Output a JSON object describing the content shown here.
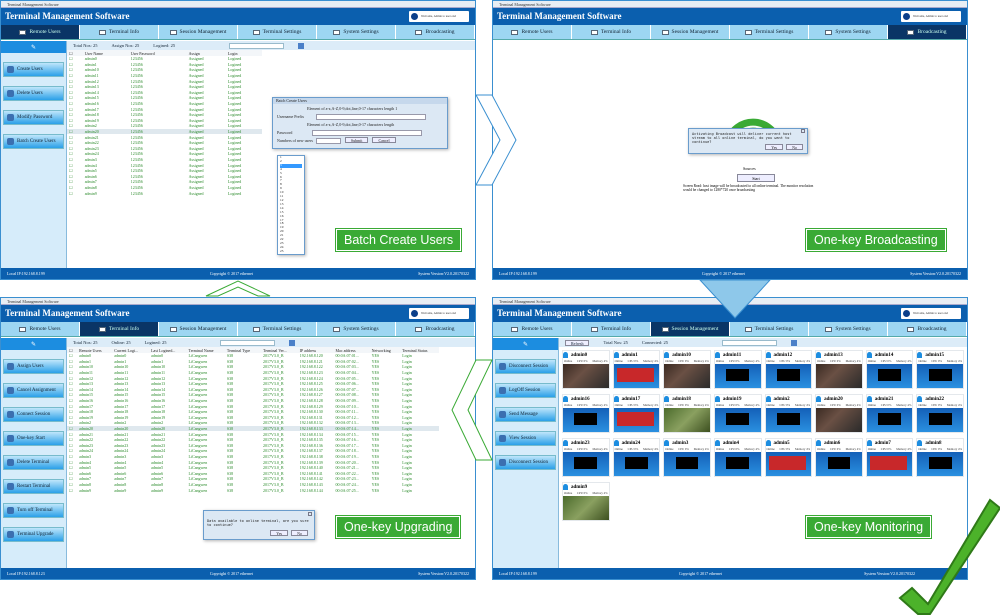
{
  "app": {
    "window_title": "Terminal Management Software",
    "title": "Terminal Management Software",
    "user_box": "Welcome, Admin to user end",
    "tabs": [
      {
        "label": "Remote Users",
        "icon": "users-icon"
      },
      {
        "label": "Terminal Info",
        "icon": "monitor-icon"
      },
      {
        "label": "Session Management",
        "icon": "session-icon"
      },
      {
        "label": "Terminal Settings",
        "icon": "wrench-icon"
      },
      {
        "label": "System Settings",
        "icon": "gear-icon"
      },
      {
        "label": "Broadcasting",
        "icon": "broadcast-icon"
      }
    ],
    "footer": {
      "ip": "Local IP:192.168.8.199",
      "copyright": "Copyright © 2017 ethernet",
      "version": "System Version:V2.0.20170322"
    },
    "footer_ip_alt": "Local IP:192.168.8.123"
  },
  "colors": {
    "header": "#0b5fae",
    "tab_bar": "#9dd6f2",
    "active_tab": "#0a3566",
    "label_green": "#3aaa35"
  },
  "panels": [
    {
      "caption": "Batch Create Users",
      "active_tab": 0,
      "sidebar": [
        "Create Users",
        "Delete Users",
        "Modify Password",
        "Batch Create Users"
      ],
      "stats": [
        [
          "Total Nos:",
          "25"
        ],
        [
          "Assign Nos:",
          "25"
        ],
        [
          "Logined:",
          "25"
        ]
      ],
      "columns": [
        "User Name",
        "User Password",
        "Assign",
        "Login"
      ],
      "rows": [
        [
          "admin0",
          "123456",
          "Assigned",
          "Logined"
        ],
        [
          "admin1",
          "123456",
          "Assigned",
          "Logined"
        ],
        [
          "admin10",
          "123456",
          "Assigned",
          "Logined"
        ],
        [
          "admin11",
          "123456",
          "Assigned",
          "Logined"
        ],
        [
          "admin12",
          "123456",
          "Assigned",
          "Logined"
        ],
        [
          "admin13",
          "123456",
          "Assigned",
          "Logined"
        ],
        [
          "admin14",
          "123456",
          "Assigned",
          "Logined"
        ],
        [
          "admin15",
          "123456",
          "Assigned",
          "Logined"
        ],
        [
          "admin16",
          "123456",
          "Assigned",
          "Logined"
        ],
        [
          "admin17",
          "123456",
          "Assigned",
          "Logined"
        ],
        [
          "admin18",
          "123456",
          "Assigned",
          "Logined"
        ],
        [
          "admin19",
          "123456",
          "Assigned",
          "Logined"
        ],
        [
          "admin2",
          "123456",
          "Assigned",
          "Logined"
        ],
        [
          "admin20",
          "123456",
          "Assigned",
          "Logined"
        ],
        [
          "admin21",
          "123456",
          "Assigned",
          "Logined"
        ],
        [
          "admin22",
          "123456",
          "Assigned",
          "Logined"
        ],
        [
          "admin23",
          "123456",
          "Assigned",
          "Logined"
        ],
        [
          "admin24",
          "123456",
          "Assigned",
          "Logined"
        ],
        [
          "admin3",
          "123456",
          "Assigned",
          "Logined"
        ],
        [
          "admin4",
          "123456",
          "Assigned",
          "Logined"
        ],
        [
          "admin5",
          "123456",
          "Assigned",
          "Logined"
        ],
        [
          "admin6",
          "123456",
          "Assigned",
          "Logined"
        ],
        [
          "admin7",
          "123456",
          "Assigned",
          "Logined"
        ],
        [
          "admin8",
          "123456",
          "Assigned",
          "Logined"
        ],
        [
          "admin9",
          "123456",
          "Assigned",
          "Logined"
        ]
      ],
      "dialog": {
        "title": "Batch Create Users",
        "hint": "Element of a-z,A-Z,0-9,dot,line,0-17 characters length 1",
        "prefix_label": "Username Prefix",
        "hint2": "Element of a-z,A-Z,0-9,dot,line,0-17 characters length",
        "password_label": "Password",
        "count_label": "Numbers of new users",
        "ok": "Submit",
        "cancel": "Cancel",
        "options": [
          "1",
          "2",
          "3",
          "4",
          "5",
          "6",
          "7",
          "8",
          "9",
          "10",
          "11",
          "12",
          "13",
          "14",
          "15",
          "16",
          "17",
          "18",
          "19",
          "20",
          "21",
          "22",
          "23",
          "24",
          "25"
        ]
      }
    },
    {
      "caption": "One-key Broadcasting",
      "active_tab": 5,
      "dialog": {
        "message": "Activating Broadcast will deliver current host stream to all online terminal, do you want to continue?",
        "yes": "Yes",
        "no": "No"
      },
      "source_label": "Sources",
      "start": "Start",
      "note": "Screen Read: host image will be broadcasted to all online terminal. The monitor resolution would be changed to 1280*720 once broadcasting"
    },
    {
      "caption": "One-key Upgrading",
      "active_tab": 1,
      "sidebar": [
        "Assign Users",
        "Cancel Assignment",
        "Connect Session",
        "One-key Start",
        "Delete Terminal",
        "Restart Terminal",
        "Turn off Terminal",
        "Terminal Upgrade"
      ],
      "stats": [
        [
          "Total Nos:",
          "25"
        ],
        [
          "Online:",
          "25"
        ],
        [
          "Logined:",
          "25"
        ]
      ],
      "columns": [
        "Remote Users",
        "Current Logi...",
        "Last Logined...",
        "Terminal Name",
        "Terminal Type",
        "Terminal Ver...",
        "IP address",
        "Mac address",
        "Networking",
        "Terminal Status"
      ],
      "rows": [
        [
          "admin0",
          "admin0",
          "admin0",
          "LiCangwen",
          "S38",
          "2017V3.0_B",
          "192.168.8.120",
          "00:0A:07:01...",
          "YES",
          "Login"
        ],
        [
          "admin1",
          "admin1",
          "admin1",
          "LiCangwen",
          "S38",
          "2017V3.0_B",
          "192.168.8.121",
          "00:0A:07:02...",
          "YES",
          "Login"
        ],
        [
          "admin10",
          "admin10",
          "admin10",
          "LiCangwen",
          "S38",
          "2017V3.0_B",
          "192.168.8.122",
          "00:0A:07:03...",
          "YES",
          "Login"
        ],
        [
          "admin11",
          "admin11",
          "admin11",
          "LiCangwen",
          "S38",
          "2017V3.0_B",
          "192.168.8.123",
          "00:0A:07:04...",
          "YES",
          "Login"
        ],
        [
          "admin12",
          "admin12",
          "admin12",
          "LiCangwen",
          "S38",
          "2017V3.0_B",
          "192.168.8.124",
          "00:0A:07:05...",
          "YES",
          "Login"
        ],
        [
          "admin13",
          "admin13",
          "admin13",
          "LiCangwen",
          "S38",
          "2017V3.0_B",
          "192.168.8.125",
          "00:0A:07:06...",
          "YES",
          "Login"
        ],
        [
          "admin14",
          "admin14",
          "admin14",
          "LiCangwen",
          "S38",
          "2017V3.0_B",
          "192.168.8.126",
          "00:0A:07:07...",
          "YES",
          "Login"
        ],
        [
          "admin15",
          "admin15",
          "admin15",
          "LiCangwen",
          "S38",
          "2017V3.0_B",
          "192.168.8.127",
          "00:0A:07:08...",
          "YES",
          "Login"
        ],
        [
          "admin16",
          "admin16",
          "admin16",
          "LiCangwen",
          "S38",
          "2017V3.0_B",
          "192.168.8.128",
          "00:0A:07:09...",
          "YES",
          "Login"
        ],
        [
          "admin17",
          "admin17",
          "admin17",
          "LiCangwen",
          "S38",
          "2017V3.0_B",
          "192.168.8.129",
          "00:0A:07:10...",
          "YES",
          "Login"
        ],
        [
          "admin18",
          "admin18",
          "admin18",
          "LiCangwen",
          "S38",
          "2017V3.0_B",
          "192.168.8.130",
          "00:0A:07:11...",
          "YES",
          "Login"
        ],
        [
          "admin19",
          "admin19",
          "admin19",
          "LiCangwen",
          "S38",
          "2017V3.0_B",
          "192.168.8.131",
          "00:0A:07:12...",
          "YES",
          "Login"
        ],
        [
          "admin2",
          "admin2",
          "admin2",
          "LiCangwen",
          "S38",
          "2017V3.0_B",
          "192.168.8.132",
          "00:0A:07:13...",
          "YES",
          "Login"
        ],
        [
          "admin20",
          "admin20",
          "admin20",
          "LiCangwen",
          "S38",
          "2017V3.0_B",
          "192.168.8.133",
          "00:0A:07:14...",
          "YES",
          "Login"
        ],
        [
          "admin21",
          "admin21",
          "admin21",
          "LiCangwen",
          "S38",
          "2017V3.0_B",
          "192.168.8.134",
          "00:0A:07:15...",
          "YES",
          "Login"
        ],
        [
          "admin22",
          "admin22",
          "admin22",
          "LiCangwen",
          "S38",
          "2017V3.0_B",
          "192.168.8.135",
          "00:0A:07:16...",
          "YES",
          "Login"
        ],
        [
          "admin23",
          "admin23",
          "admin23",
          "LiCangwen",
          "S38",
          "2017V3.0_B",
          "192.168.8.136",
          "00:0A:07:17...",
          "YES",
          "Login"
        ],
        [
          "admin24",
          "admin24",
          "admin24",
          "LiCangwen",
          "S38",
          "2017V3.0_B",
          "192.168.8.137",
          "00:0A:07:18...",
          "YES",
          "Login"
        ],
        [
          "admin3",
          "admin3",
          "admin3",
          "LiCangwen",
          "S38",
          "2017V3.0_B",
          "192.168.8.138",
          "00:0A:07:19...",
          "YES",
          "Login"
        ],
        [
          "admin4",
          "admin4",
          "admin4",
          "LiCangwen",
          "S38",
          "2017V3.0_B",
          "192.168.8.139",
          "00:0A:07:20...",
          "YES",
          "Login"
        ],
        [
          "admin5",
          "admin5",
          "admin5",
          "LiCangwen",
          "S38",
          "2017V3.0_B",
          "192.168.8.140",
          "00:0A:07:21...",
          "YES",
          "Login"
        ],
        [
          "admin6",
          "admin6",
          "admin6",
          "LiCangwen",
          "S38",
          "2017V3.0_B",
          "192.168.8.141",
          "00:0A:07:22...",
          "YES",
          "Login"
        ],
        [
          "admin7",
          "admin7",
          "admin7",
          "LiCangwen",
          "S38",
          "2017V3.0_B",
          "192.168.8.142",
          "00:0A:07:23...",
          "YES",
          "Login"
        ],
        [
          "admin8",
          "admin8",
          "admin8",
          "LiCangwen",
          "S38",
          "2017V3.0_B",
          "192.168.8.143",
          "00:0A:07:24...",
          "YES",
          "Login"
        ],
        [
          "admin9",
          "admin9",
          "admin9",
          "LiCangwen",
          "S38",
          "2017V3.0_B",
          "192.168.8.144",
          "00:0A:07:25...",
          "YES",
          "Login"
        ]
      ],
      "dialog": {
        "message": "Data available to online terminal, are you sure to continue?",
        "yes": "Yes",
        "no": "No"
      }
    },
    {
      "caption": "One-key Monitoring",
      "active_tab": 2,
      "sidebar": [
        "Disconnect Session",
        "LogOff Session",
        "Send Message",
        "View Session",
        "Disconnect Session"
      ],
      "refresh": "Refresh",
      "stats": [
        [
          "Total Nos:",
          "25"
        ],
        [
          "Connected:",
          "25"
        ]
      ],
      "tile_meta": [
        "Online",
        "CPU 0%",
        "Memory 4%"
      ],
      "tiles": [
        [
          "admin0",
          "video"
        ],
        [
          "admin1",
          "red"
        ],
        [
          "admin10",
          "video"
        ],
        [
          "admin11",
          "desk"
        ],
        [
          "admin12",
          "desk"
        ],
        [
          "admin13",
          "video"
        ],
        [
          "admin14",
          "desk"
        ],
        [
          "admin15",
          "desk"
        ],
        [
          "admin16",
          "desk"
        ],
        [
          "admin17",
          "red"
        ],
        [
          "admin18",
          "green"
        ],
        [
          "admin19",
          "desk"
        ],
        [
          "admin2",
          "desk"
        ],
        [
          "admin20",
          "video"
        ],
        [
          "admin21",
          "desk"
        ],
        [
          "admin22",
          "desk"
        ],
        [
          "admin23",
          "desk"
        ],
        [
          "admin24",
          "desk"
        ],
        [
          "admin3",
          "desk"
        ],
        [
          "admin4",
          "desk"
        ],
        [
          "admin5",
          "red"
        ],
        [
          "admin6",
          "desk"
        ],
        [
          "admin7",
          "red"
        ],
        [
          "admin8",
          "desk"
        ],
        [
          "admin9",
          "green"
        ]
      ]
    }
  ]
}
